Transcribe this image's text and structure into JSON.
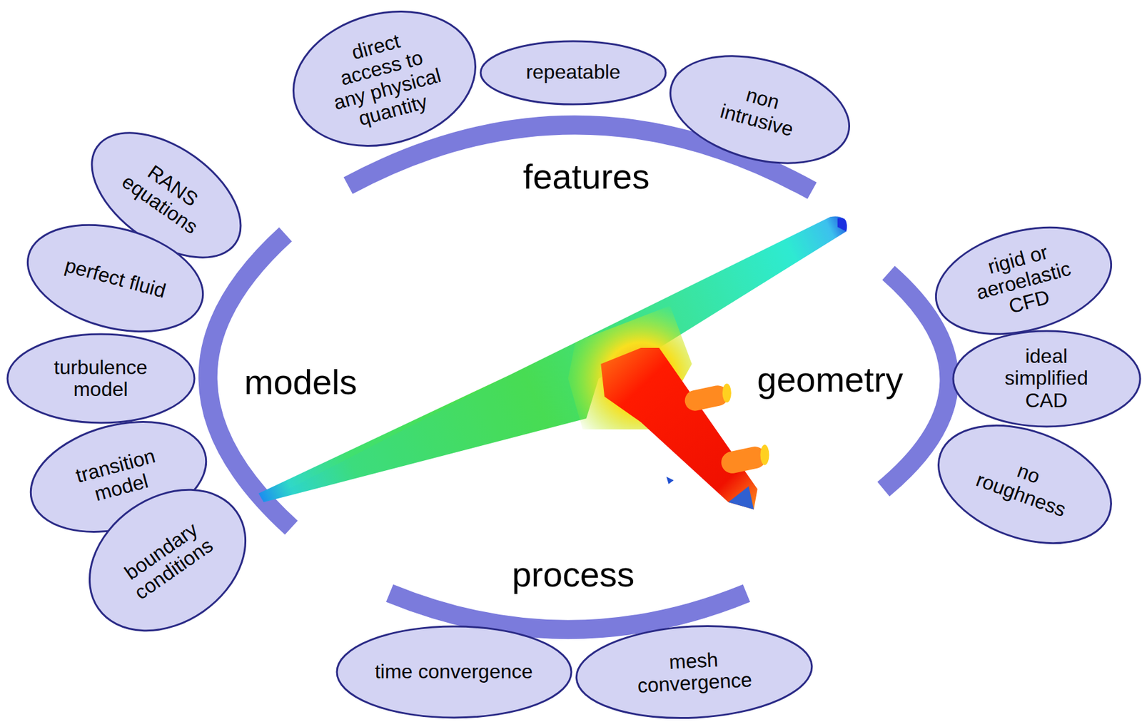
{
  "diagram": {
    "nodes": [
      {
        "text": [
          "direct access to any physical quantity"
        ]
      },
      {
        "text": [
          "repeatable"
        ]
      },
      {
        "text": [
          "non intrusive"
        ]
      },
      {
        "text": [
          "RANS equations"
        ]
      },
      {
        "text": [
          "perfect fluid"
        ]
      },
      {
        "text": [
          "turbulence model"
        ]
      },
      {
        "text": [
          "transition model"
        ]
      },
      {
        "text": [
          "boundary conditions"
        ]
      },
      {
        "text": [
          "rigid or aeroelastic CFD"
        ]
      },
      {
        "text": [
          "ideal simplified CAD"
        ]
      },
      {
        "text": [
          "no roughness"
        ]
      },
      {
        "text": [
          "time convergence"
        ]
      },
      {
        "text": [
          "mesh convergence"
        ]
      }
    ],
    "labels": [
      "features",
      "models",
      "geometry",
      "process"
    ]
  }
}
